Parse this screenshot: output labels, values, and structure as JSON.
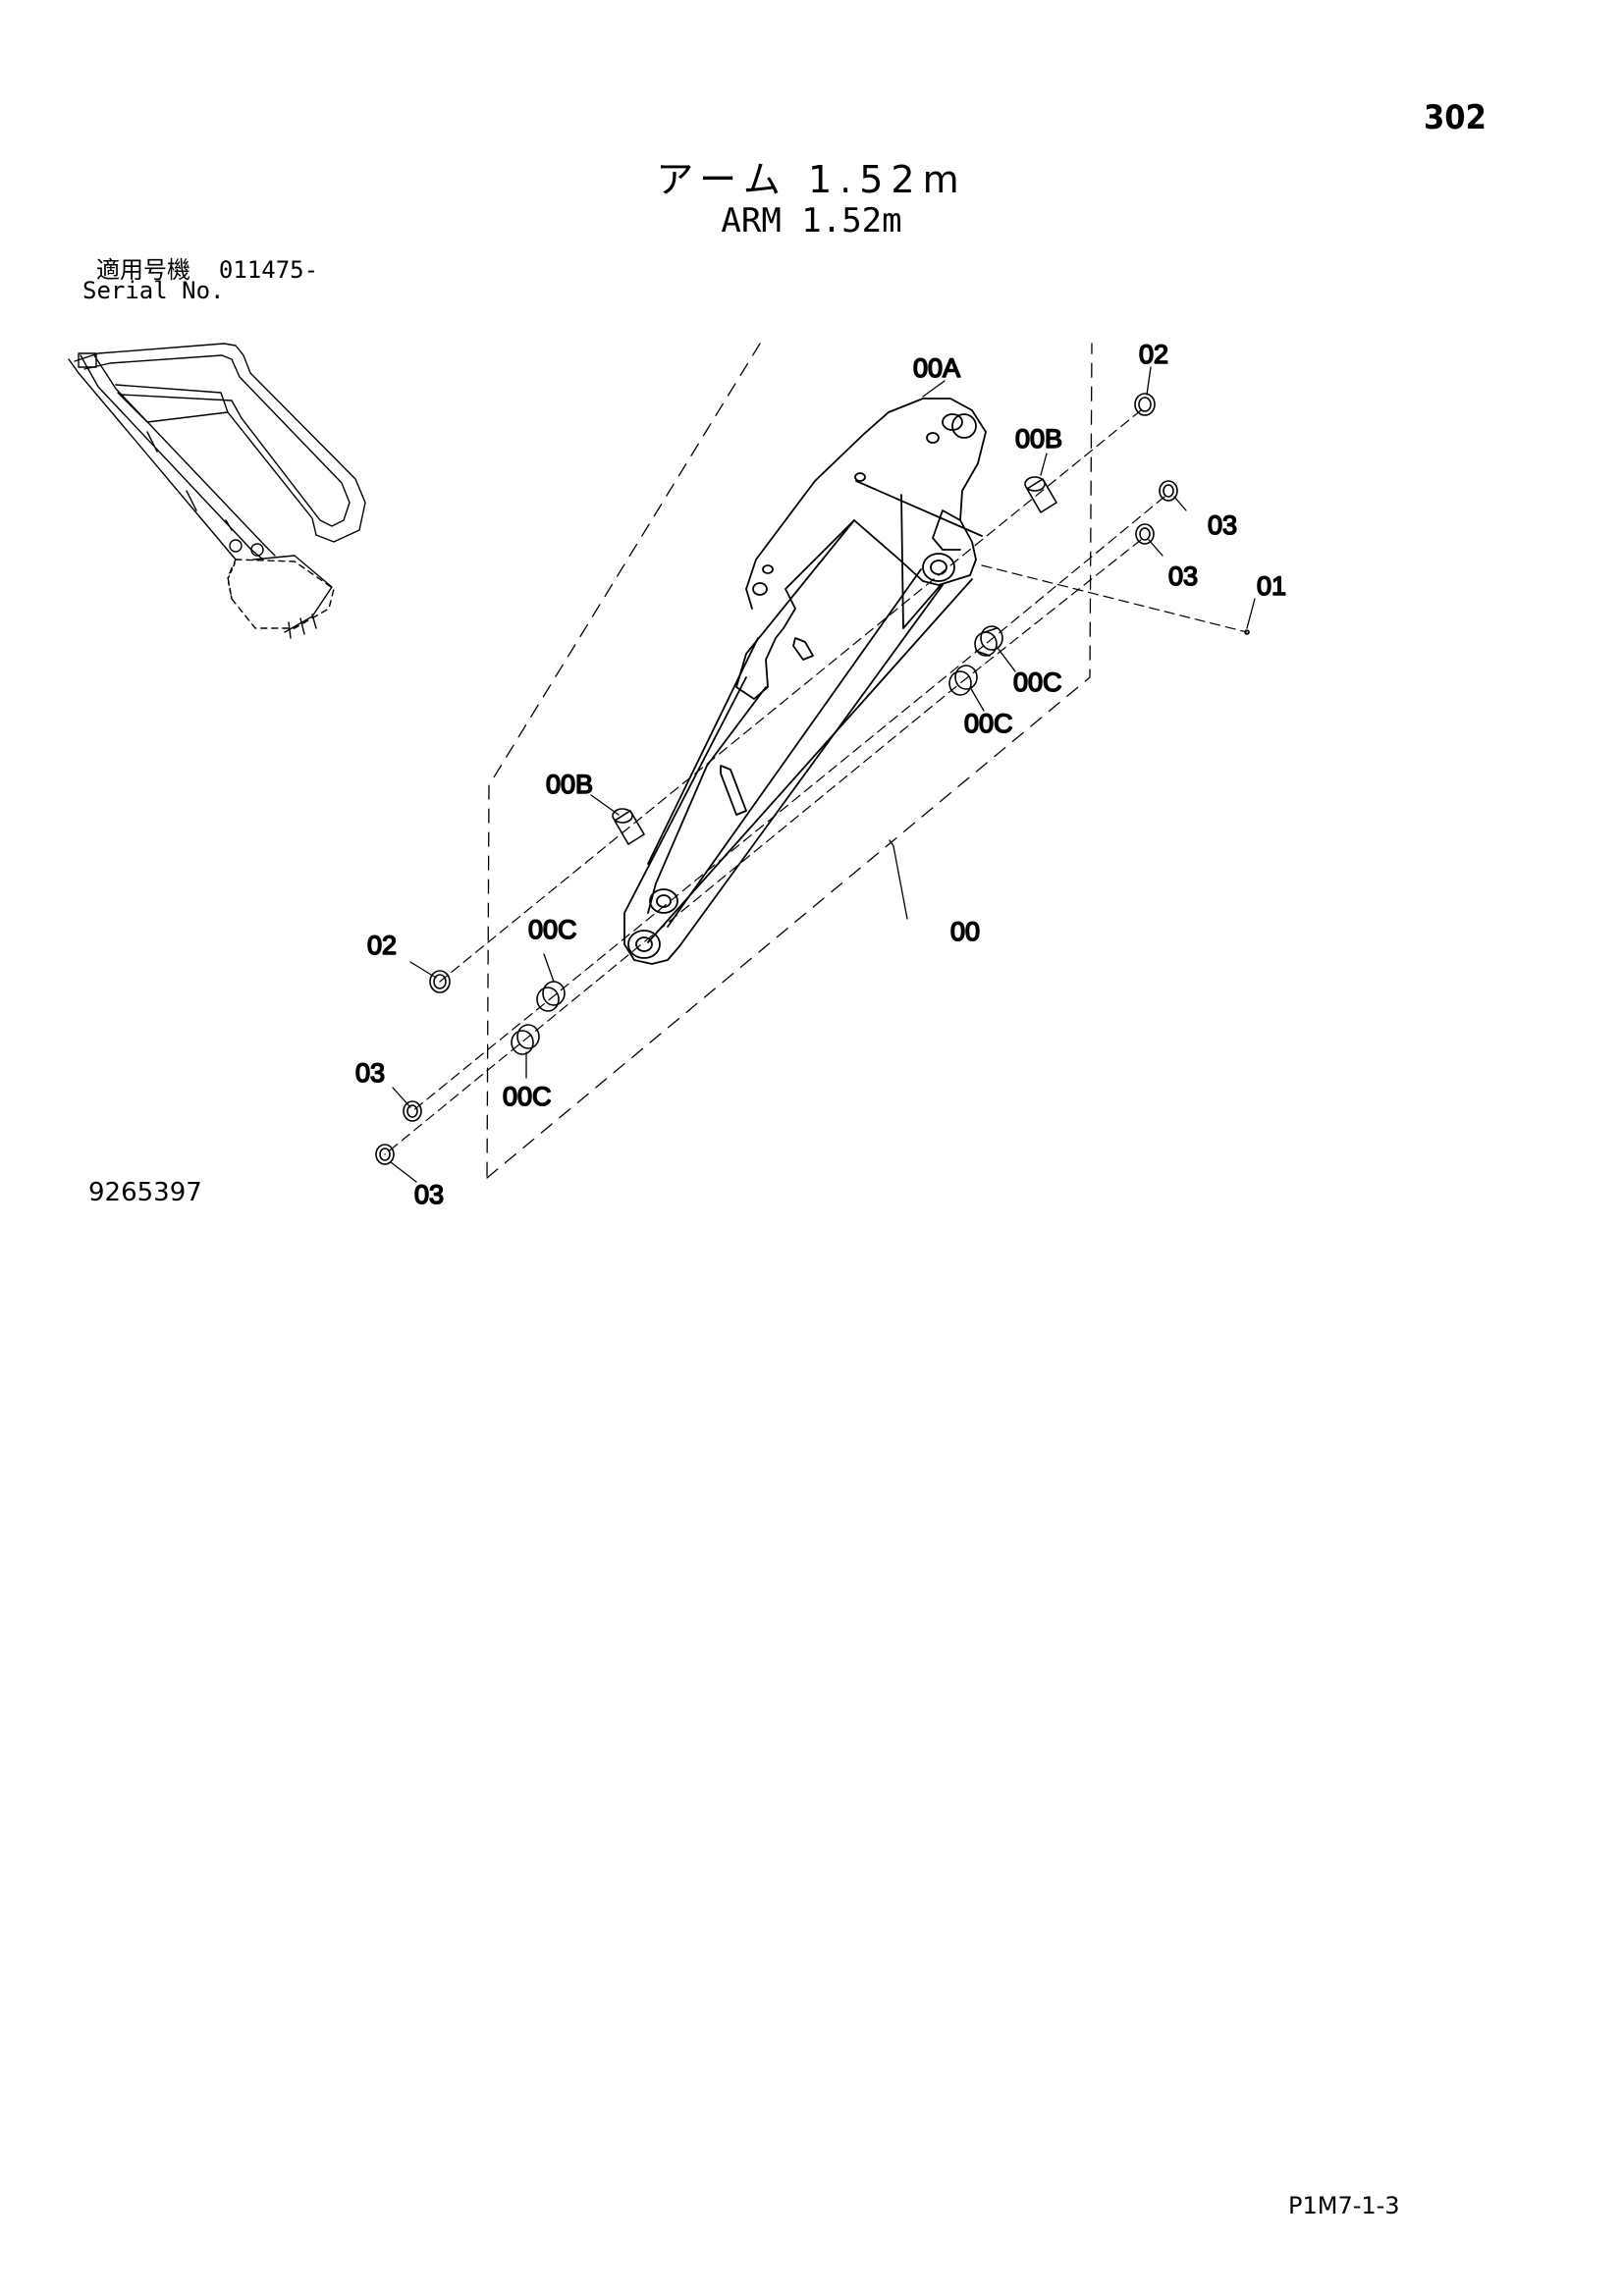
{
  "page_number": "302",
  "title_jp": "アーム 1.52m",
  "title_en": "ARM 1.52m",
  "serial_label_jp": "適用号機",
  "serial_value": "011475-",
  "serial_label_en": "Serial No.",
  "drawing_number": "9265397",
  "footer_code": "P1M7-1-3",
  "callouts": {
    "c00A": "00A",
    "c02_top": "02",
    "c00B_top": "00B",
    "c03_a": "03",
    "c03_b": "03",
    "c01": "01",
    "c00C_a": "00C",
    "c00C_b": "00C",
    "c00B_left": "00B",
    "c00": "00",
    "c02_left": "02",
    "c00C_c": "00C",
    "c03_c": "03",
    "c00C_d": "00C",
    "c03_d": "03"
  }
}
